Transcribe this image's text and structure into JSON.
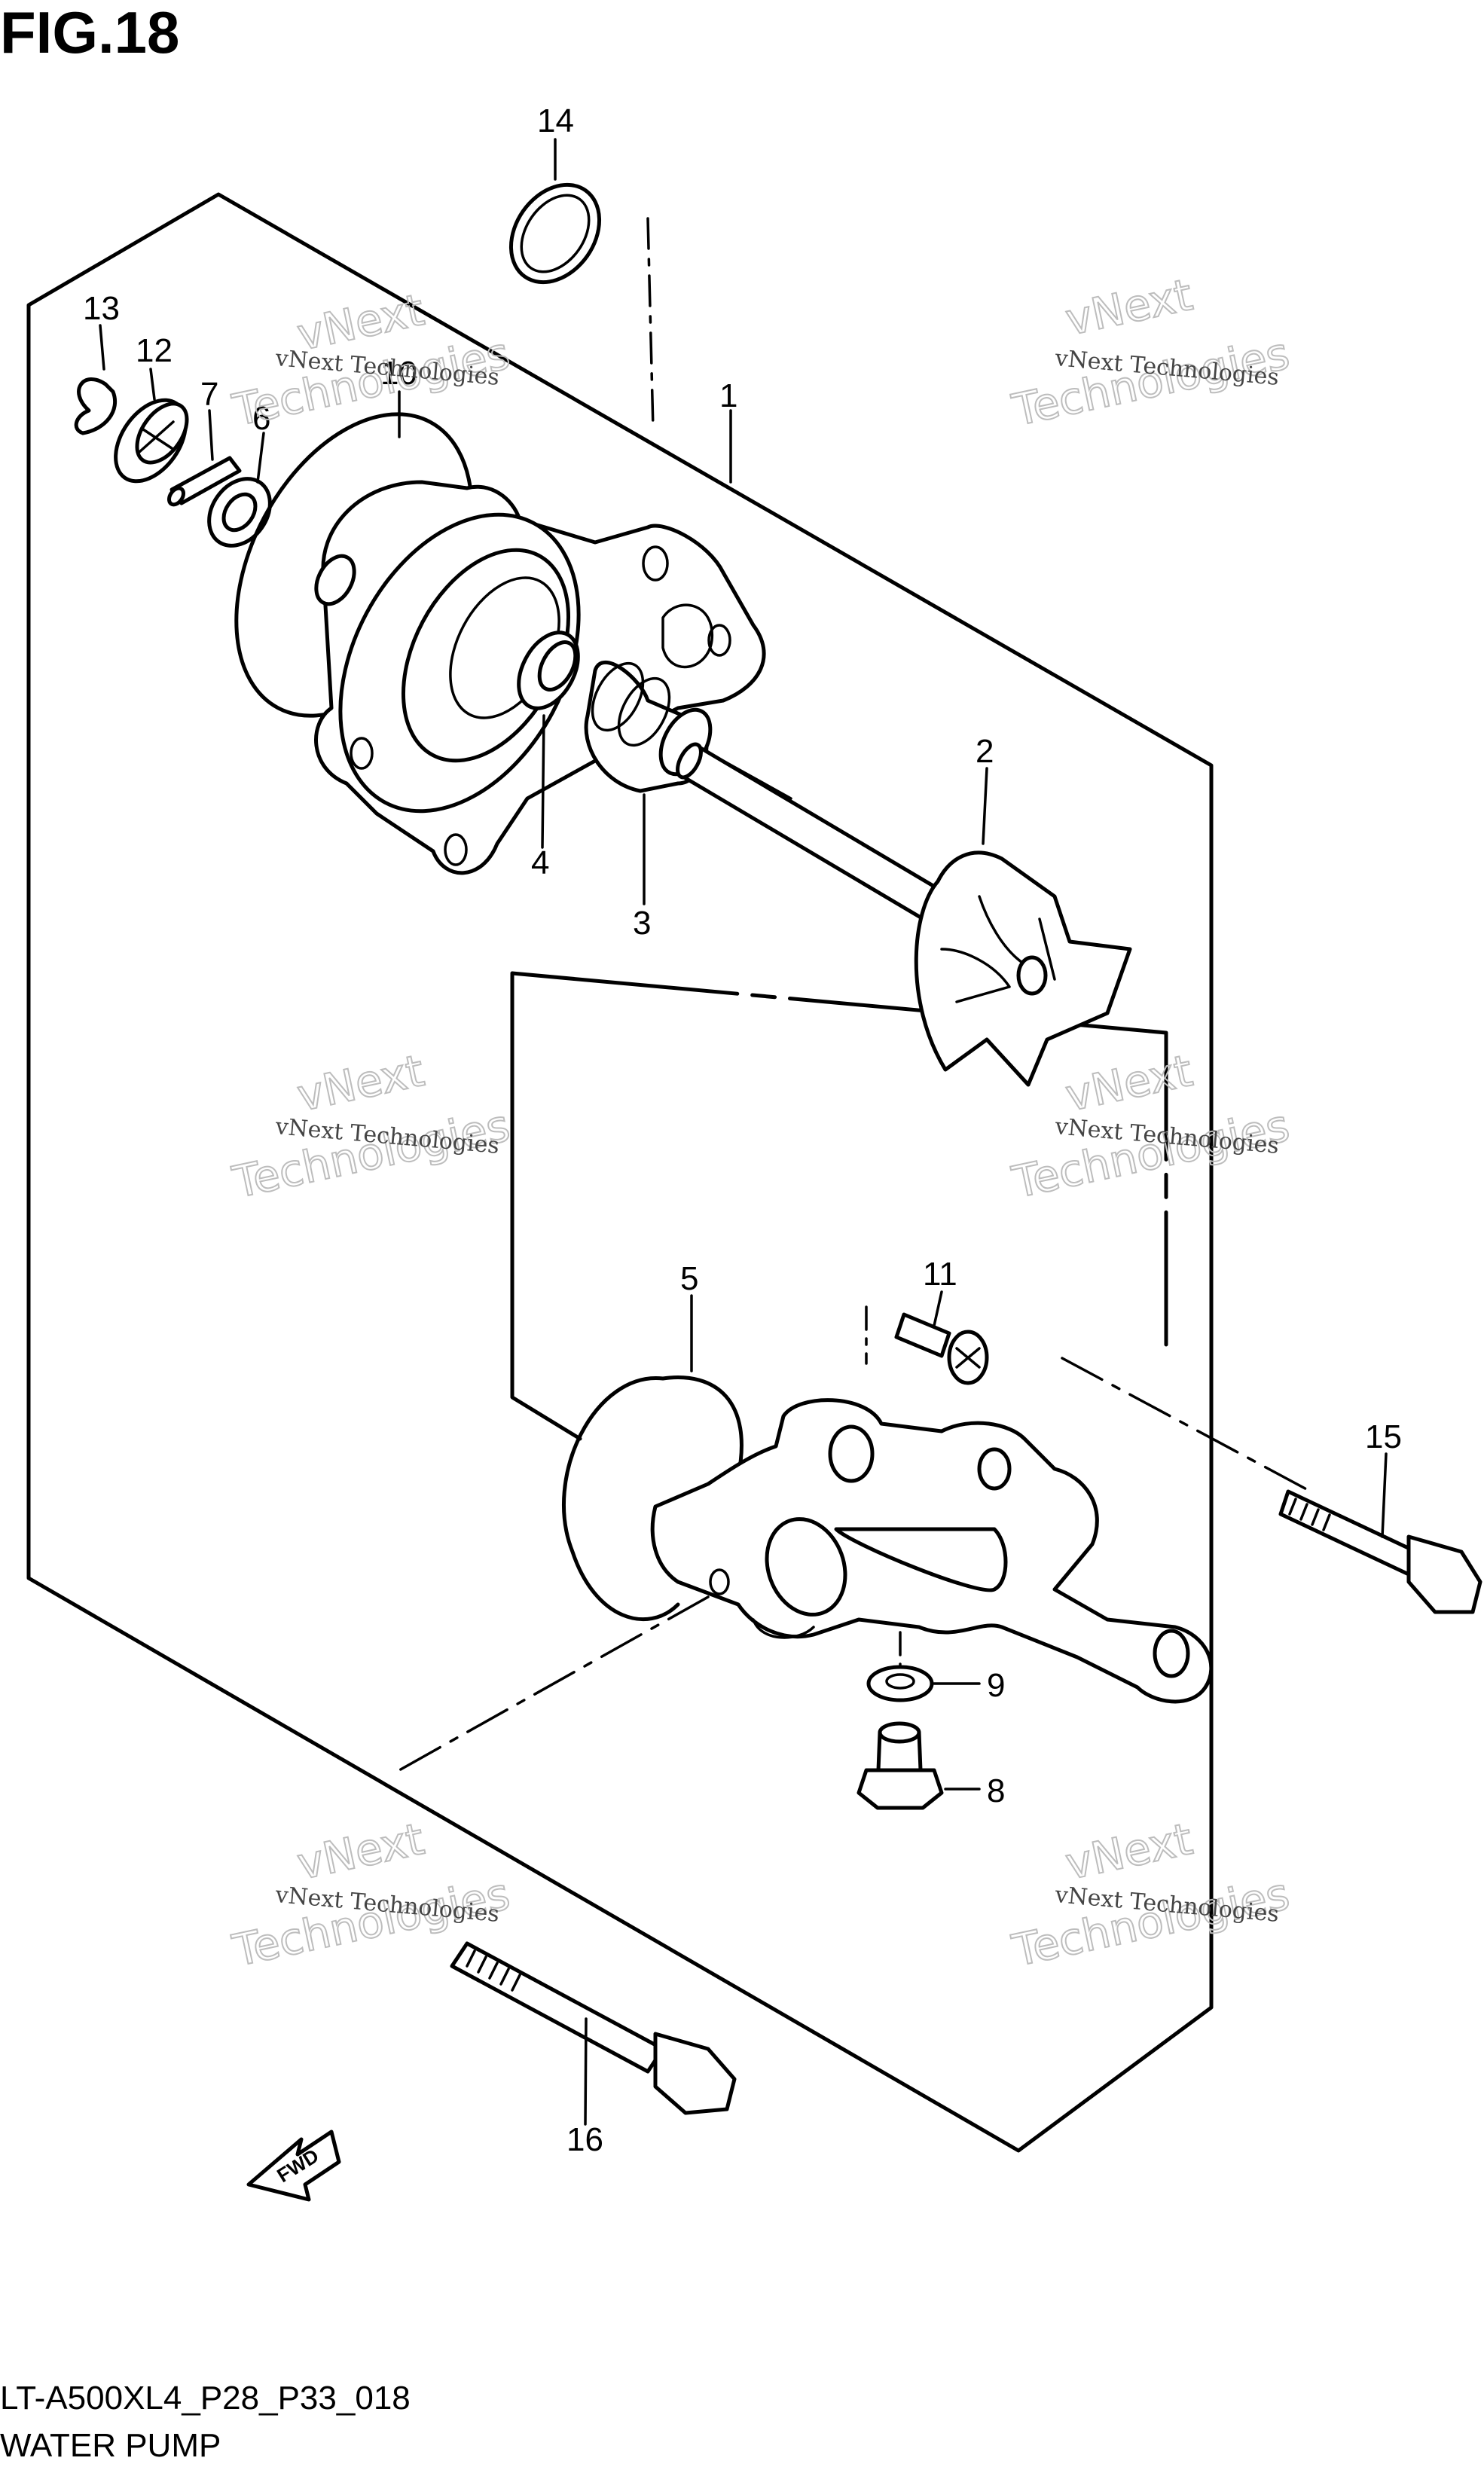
{
  "figure": {
    "title": "FIG.18",
    "code": "LT-A500XL4_P28_P33_018",
    "name": "WATER PUMP"
  },
  "callouts": [
    {
      "id": "c1",
      "label": "1"
    },
    {
      "id": "c2",
      "label": "2"
    },
    {
      "id": "c3",
      "label": "3"
    },
    {
      "id": "c4",
      "label": "4"
    },
    {
      "id": "c5",
      "label": "5"
    },
    {
      "id": "c6",
      "label": "6"
    },
    {
      "id": "c7",
      "label": "7"
    },
    {
      "id": "c8",
      "label": "8"
    },
    {
      "id": "c9",
      "label": "9"
    },
    {
      "id": "c10",
      "label": "10"
    },
    {
      "id": "c11",
      "label": "11"
    },
    {
      "id": "c12",
      "label": "12"
    },
    {
      "id": "c13",
      "label": "13"
    },
    {
      "id": "c14",
      "label": "14"
    },
    {
      "id": "c15",
      "label": "15"
    },
    {
      "id": "c16",
      "label": "16"
    }
  ],
  "watermark": {
    "line1": "vNext Technologies",
    "outline_top": "vNext",
    "outline_bottom": "Technologies"
  },
  "direction_marker": "FWD"
}
